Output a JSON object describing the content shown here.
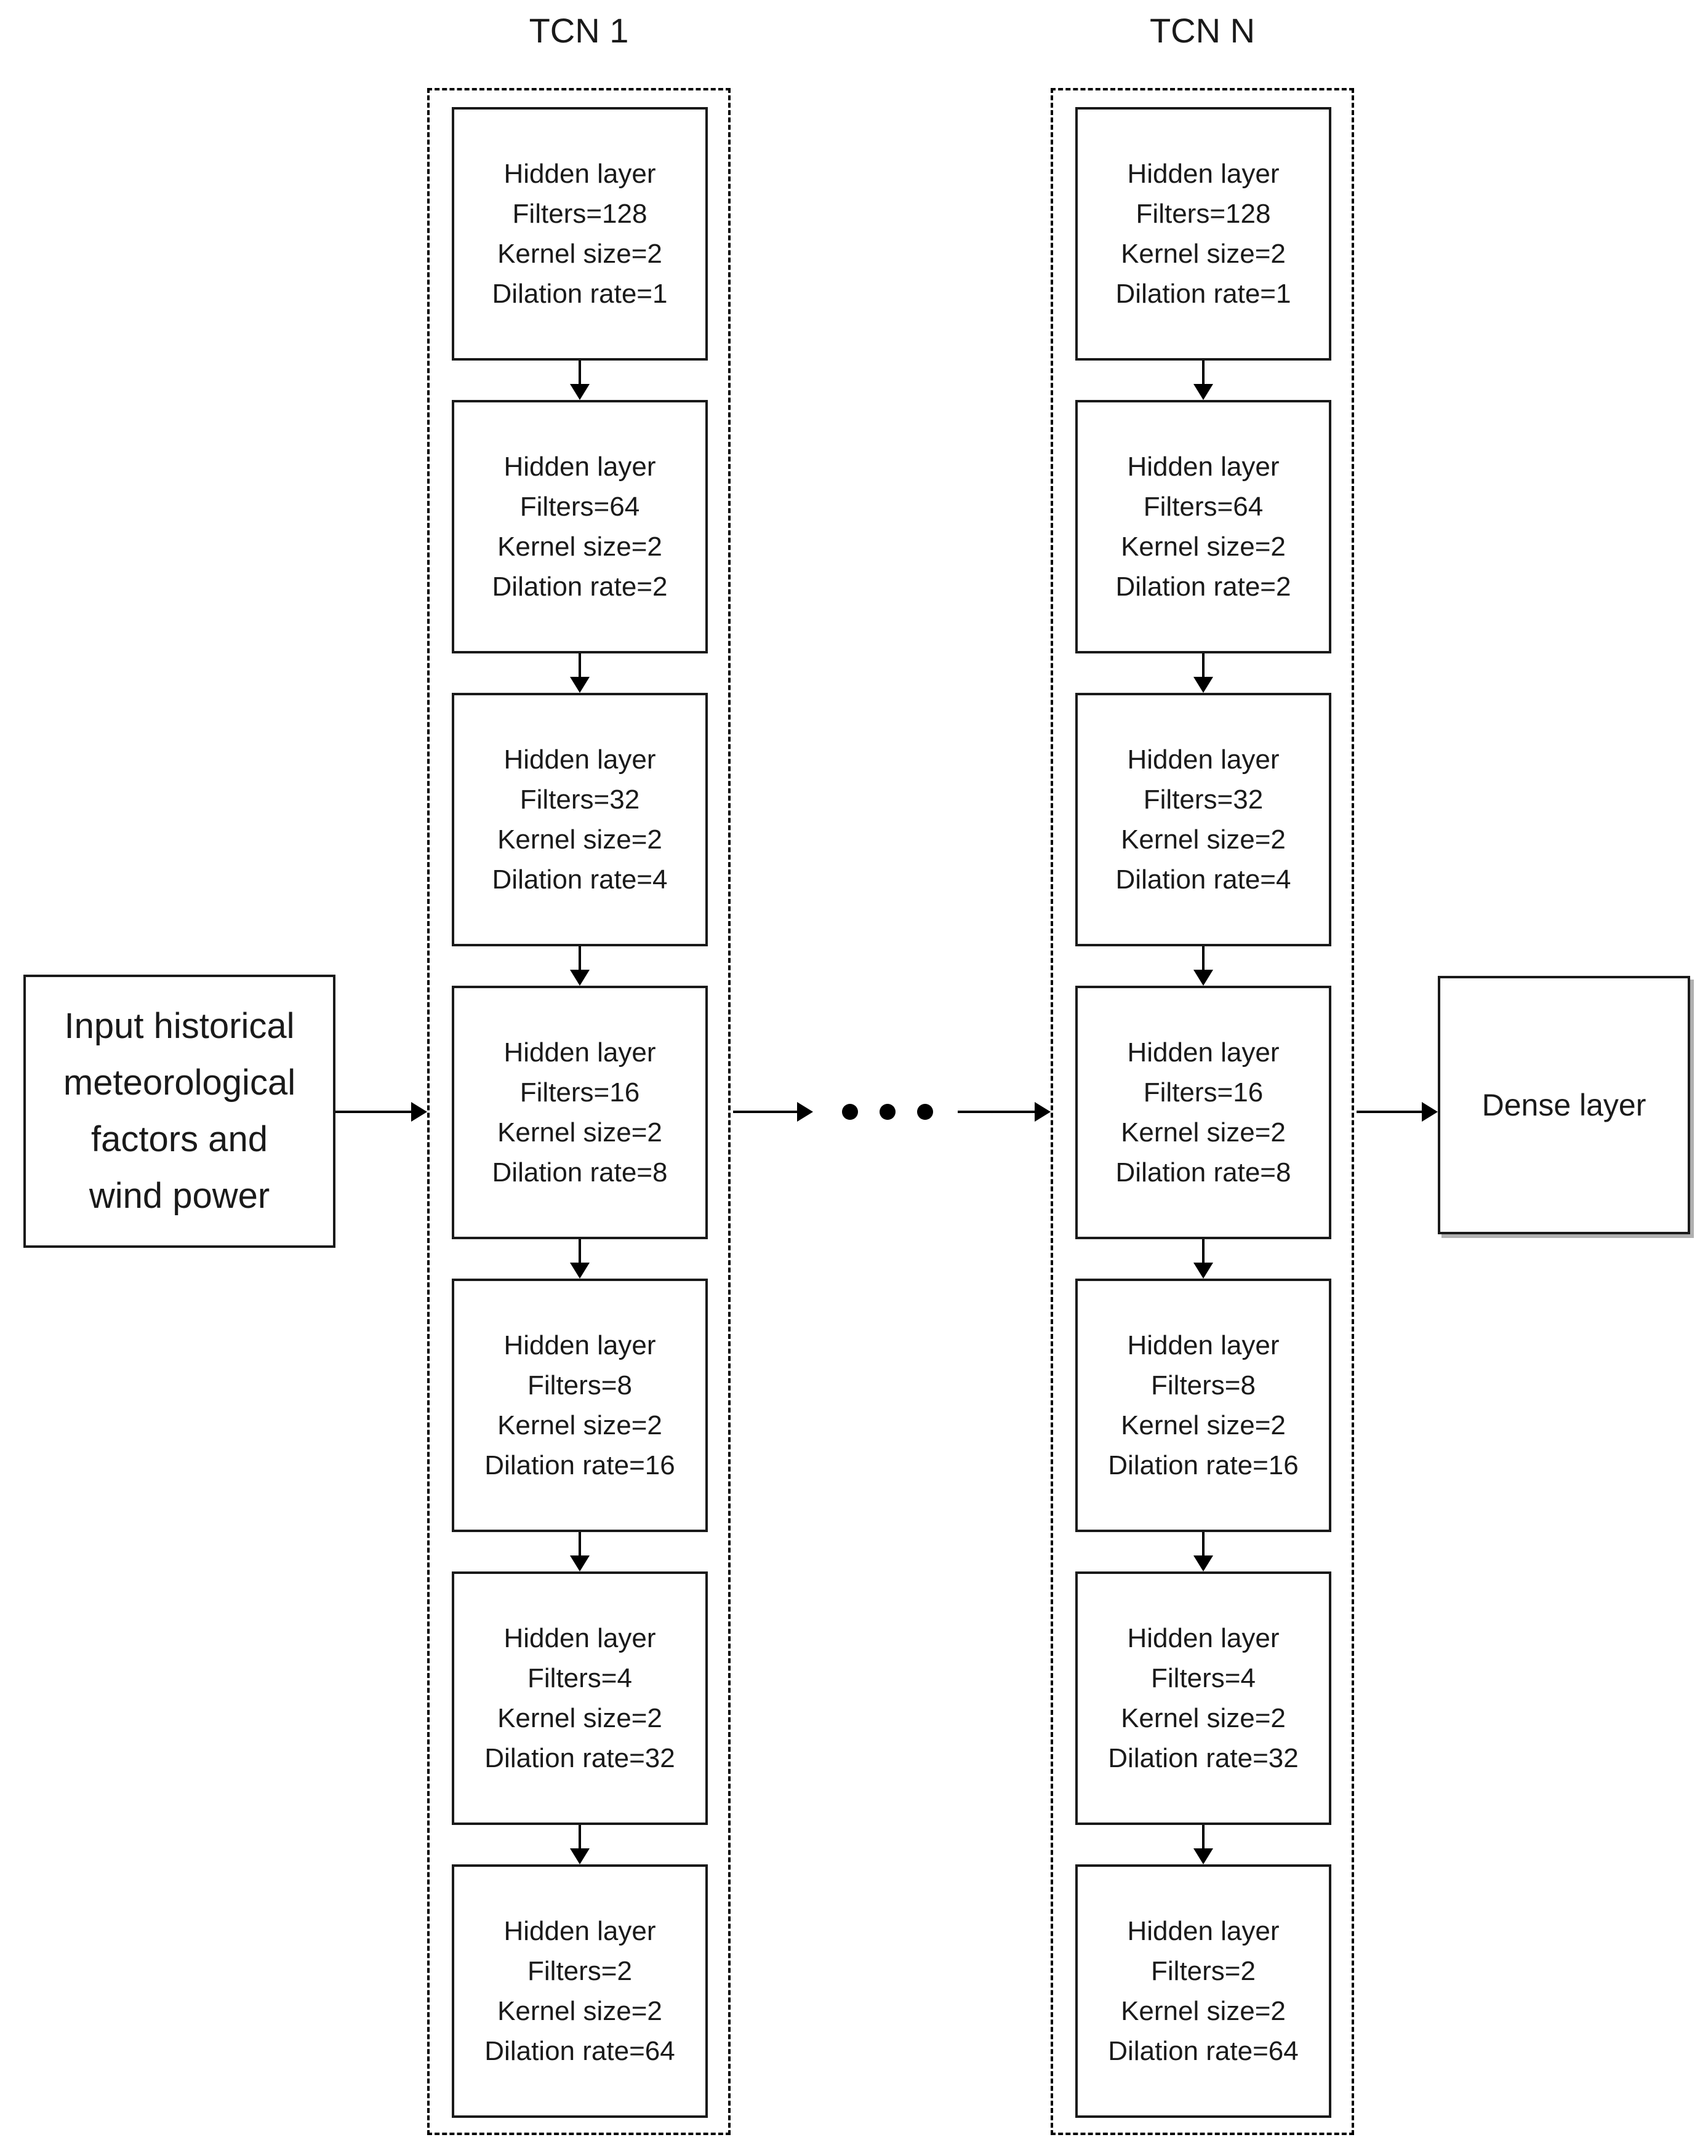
{
  "diagram": {
    "input": {
      "lines": [
        "Input historical",
        "meteorological",
        "factors and",
        "wind power"
      ]
    },
    "tcn_blocks": [
      {
        "title": "TCN 1",
        "layers": [
          {
            "name": "Hidden layer",
            "filters": "Filters=128",
            "kernel": "Kernel size=2",
            "dilation": "Dilation rate=1"
          },
          {
            "name": "Hidden layer",
            "filters": "Filters=64",
            "kernel": "Kernel size=2",
            "dilation": "Dilation rate=2"
          },
          {
            "name": "Hidden layer",
            "filters": "Filters=32",
            "kernel": "Kernel size=2",
            "dilation": "Dilation rate=4"
          },
          {
            "name": "Hidden layer",
            "filters": "Filters=16",
            "kernel": "Kernel size=2",
            "dilation": "Dilation rate=8"
          },
          {
            "name": "Hidden layer",
            "filters": "Filters=8",
            "kernel": "Kernel size=2",
            "dilation": "Dilation rate=16"
          },
          {
            "name": "Hidden layer",
            "filters": "Filters=4",
            "kernel": "Kernel size=2",
            "dilation": "Dilation rate=32"
          },
          {
            "name": "Hidden layer",
            "filters": "Filters=2",
            "kernel": "Kernel size=2",
            "dilation": "Dilation rate=64"
          }
        ]
      },
      {
        "title": "TCN N",
        "layers": [
          {
            "name": "Hidden layer",
            "filters": "Filters=128",
            "kernel": "Kernel size=2",
            "dilation": "Dilation rate=1"
          },
          {
            "name": "Hidden layer",
            "filters": "Filters=64",
            "kernel": "Kernel size=2",
            "dilation": "Dilation rate=2"
          },
          {
            "name": "Hidden layer",
            "filters": "Filters=32",
            "kernel": "Kernel size=2",
            "dilation": "Dilation rate=4"
          },
          {
            "name": "Hidden layer",
            "filters": "Filters=16",
            "kernel": "Kernel size=2",
            "dilation": "Dilation rate=8"
          },
          {
            "name": "Hidden layer",
            "filters": "Filters=8",
            "kernel": "Kernel size=2",
            "dilation": "Dilation rate=16"
          },
          {
            "name": "Hidden layer",
            "filters": "Filters=4",
            "kernel": "Kernel size=2",
            "dilation": "Dilation rate=32"
          },
          {
            "name": "Hidden layer",
            "filters": "Filters=2",
            "kernel": "Kernel size=2",
            "dilation": "Dilation rate=64"
          }
        ]
      }
    ],
    "ellipsis_dots": 3,
    "dense": {
      "label": "Dense layer"
    },
    "colors": {
      "line": "#000000",
      "background": "#ffffff"
    }
  }
}
